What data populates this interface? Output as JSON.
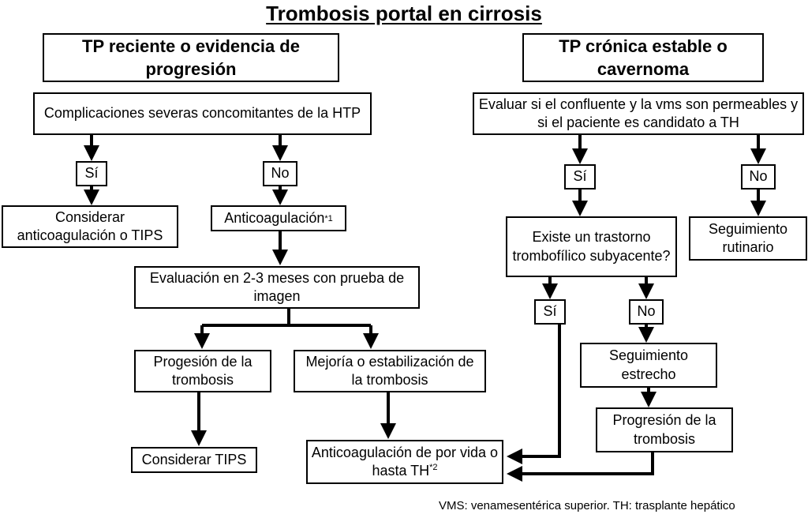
{
  "title": "Trombosis portal en cirrosis",
  "footer": "VMS: venamesentérica superior. TH: trasplante hepático",
  "left": {
    "header": "TP reciente o evidencia de progresión",
    "complicaciones": "Complicaciones severas concomitantes de la HTP",
    "si": "Sí",
    "no": "No",
    "considerar_antico_tips": "Considerar anticoagulación o TIPS",
    "anticoagulacion": "Anticoagulación",
    "anticoagulacion_note": "*1",
    "evaluacion": "Evaluación en 2-3 meses con prueba de imagen",
    "progesion": "Progesión de la trombosis",
    "mejoria": "Mejoría o estabilización de la trombosis",
    "considerar_tips": "Considerar TIPS",
    "antico_vida": "Anticoagulación de por vida o hasta TH",
    "antico_vida_note": "*2"
  },
  "right": {
    "header": "TP crónica estable o cavernoma",
    "evaluar": "Evaluar si el confluente y la vms son permeables y si el paciente es candidato a TH",
    "si": "Sí",
    "no": "No",
    "trastorno": "Existe un trastorno trombofílico subyacente?",
    "seguimiento_rutinario": "Seguimiento rutinario",
    "si2": "Sí",
    "no2": "No",
    "seguimiento_estrecho": "Seguimiento estrecho",
    "progresion": "Progresión de la trombosis"
  }
}
